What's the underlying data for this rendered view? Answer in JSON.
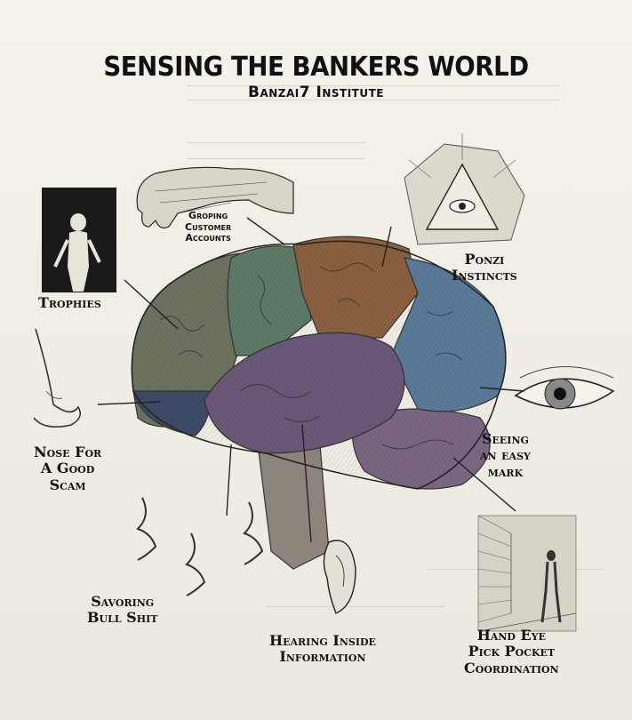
{
  "title": "SENSING THE BANKERS WORLD",
  "subtitle": "Banzai7 Institute",
  "labels": {
    "groping": [
      "Groping",
      "Customer",
      "Accounts"
    ],
    "ponzi": [
      "Ponzi",
      "Instincts"
    ],
    "trophies": [
      "Trophies"
    ],
    "nose": [
      "Nose For",
      "A Good",
      "Scam"
    ],
    "seeing": [
      "Seeing",
      "an easy",
      "mark"
    ],
    "savoring": [
      "Savoring",
      "Bull Shit"
    ],
    "hearing": [
      "Hearing Inside",
      "Information"
    ],
    "handeye": [
      "Hand Eye",
      "Pick Pocket",
      "Coordination"
    ]
  },
  "colors": {
    "frontal": "#3e4a66",
    "motor": "#5c7a66",
    "parietal": "#8a6040",
    "occipital": "#5b7a98",
    "temporal": "#6a5878",
    "cerebellum": "#7a6680",
    "stem": "#8c857c"
  }
}
